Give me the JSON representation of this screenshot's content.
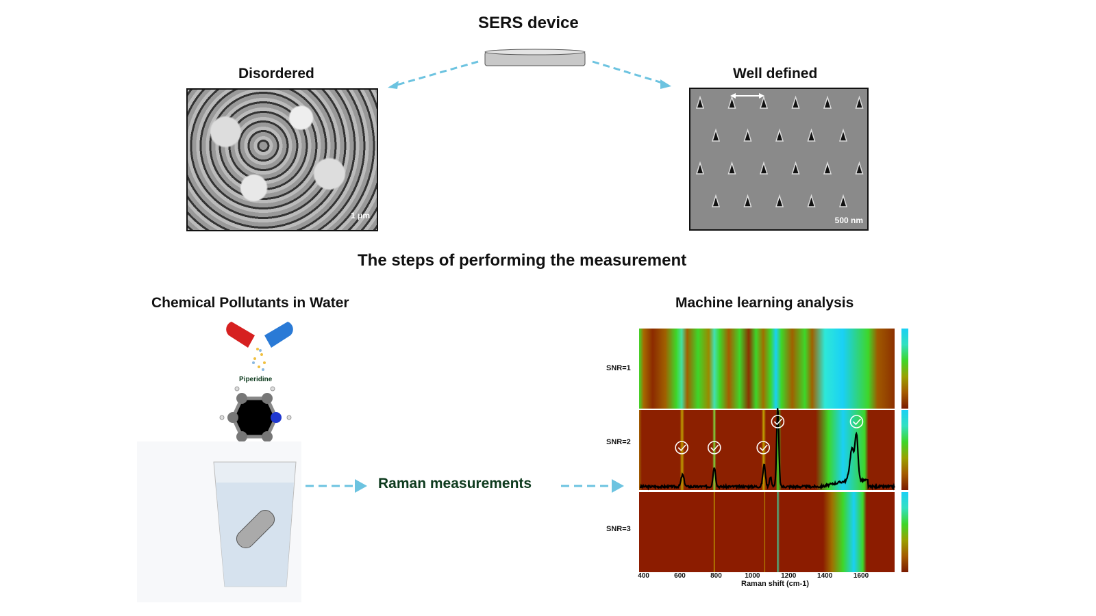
{
  "header": {
    "title": "SERS device"
  },
  "disordered": {
    "label": "Disordered",
    "scale_bar": "1 μm"
  },
  "well_defined": {
    "label": "Well defined",
    "scale_bar": "500 nm"
  },
  "steps_title": "The steps of performing the measurement",
  "pollutants": {
    "label": "Chemical Pollutants in Water",
    "molecule": "Piperidine"
  },
  "raman": {
    "label": "Raman measurements"
  },
  "ml": {
    "label": "Machine learning analysis"
  },
  "colors": {
    "arrow": "#6cc3e0",
    "raman_text": "#0e3b1e",
    "brown": "#8c1c00",
    "cyan": "#1ad0f5",
    "green": "#3ed62a"
  },
  "chart_data": {
    "type": "heatmap",
    "xlabel": "Raman shift (cm-1)",
    "xlim": [
      375,
      1785
    ],
    "xticks": [
      "400",
      "600",
      "800",
      "1000",
      "1200",
      "1400",
      "1600"
    ],
    "xtick_values": [
      400,
      600,
      800,
      1000,
      1200,
      1400,
      1600
    ],
    "rows": [
      {
        "name": "SNR=1",
        "bands": [
          [
            375,
            "#3ed62a"
          ],
          [
            400,
            "#a66a00"
          ],
          [
            450,
            "#8c2a00"
          ],
          [
            520,
            "#a06000"
          ],
          [
            580,
            "#3ed62a"
          ],
          [
            610,
            "#44e0a0"
          ],
          [
            640,
            "#a06000"
          ],
          [
            700,
            "#3ed62a"
          ],
          [
            760,
            "#9a8a00"
          ],
          [
            790,
            "#44e0b0"
          ],
          [
            820,
            "#3ed62a"
          ],
          [
            870,
            "#a65c00"
          ],
          [
            930,
            "#3ed62a"
          ],
          [
            980,
            "#8c3000"
          ],
          [
            1020,
            "#3ed62a"
          ],
          [
            1060,
            "#a07000"
          ],
          [
            1100,
            "#3ed62a"
          ],
          [
            1130,
            "#1ad0f5"
          ],
          [
            1160,
            "#3ed62a"
          ],
          [
            1220,
            "#a06000"
          ],
          [
            1290,
            "#3ed62a"
          ],
          [
            1330,
            "#a06000"
          ],
          [
            1400,
            "#2ee8d8"
          ],
          [
            1500,
            "#1ad0f5"
          ],
          [
            1640,
            "#3ed62a"
          ],
          [
            1690,
            "#a05a00"
          ],
          [
            1785,
            "#8c3000"
          ]
        ]
      },
      {
        "name": "SNR=2",
        "bands": [
          [
            375,
            "#a06000"
          ],
          [
            390,
            "#8c2000"
          ],
          [
            600,
            "#8c2000"
          ],
          [
            612,
            "#c0a000"
          ],
          [
            625,
            "#8c2000"
          ],
          [
            780,
            "#8c2000"
          ],
          [
            790,
            "#7fe040"
          ],
          [
            800,
            "#8c2000"
          ],
          [
            1050,
            "#8c2000"
          ],
          [
            1062,
            "#c0a000"
          ],
          [
            1075,
            "#8c2000"
          ],
          [
            1130,
            "#8c2000"
          ],
          [
            1140,
            "#3ed62a"
          ],
          [
            1160,
            "#8c2000"
          ],
          [
            1350,
            "#8c2000"
          ],
          [
            1420,
            "#3ed62a"
          ],
          [
            1500,
            "#1ad0f5"
          ],
          [
            1620,
            "#3ed62a"
          ],
          [
            1640,
            "#8c2000"
          ],
          [
            1785,
            "#8c2000"
          ]
        ]
      },
      {
        "name": "SNR=3",
        "bands": [
          [
            375,
            "#8c1c00"
          ],
          [
            785,
            "#8c1c00"
          ],
          [
            790,
            "#c0a000"
          ],
          [
            795,
            "#8c1c00"
          ],
          [
            1065,
            "#8c1c00"
          ],
          [
            1068,
            "#c0a000"
          ],
          [
            1072,
            "#8c1c00"
          ],
          [
            1135,
            "#8c1c00"
          ],
          [
            1140,
            "#3ed6a0"
          ],
          [
            1150,
            "#8c1c00"
          ],
          [
            1390,
            "#8c1c00"
          ],
          [
            1440,
            "#a07000"
          ],
          [
            1500,
            "#3ed62a"
          ],
          [
            1560,
            "#1ad0f5"
          ],
          [
            1610,
            "#3ed62a"
          ],
          [
            1630,
            "#8c1c00"
          ],
          [
            1785,
            "#8c1c00"
          ]
        ]
      }
    ],
    "spectrum": {
      "row": "SNR=2",
      "peaks": [
        [
          615,
          0.15,
          8
        ],
        [
          790,
          0.25,
          7
        ],
        [
          1065,
          0.28,
          7
        ],
        [
          1100,
          0.12,
          6
        ],
        [
          1140,
          1.0,
          6
        ],
        [
          1550,
          0.4,
          12
        ],
        [
          1575,
          0.55,
          8
        ]
      ],
      "checked_peaks": [
        610,
        790,
        1060,
        1140,
        1575
      ]
    }
  }
}
